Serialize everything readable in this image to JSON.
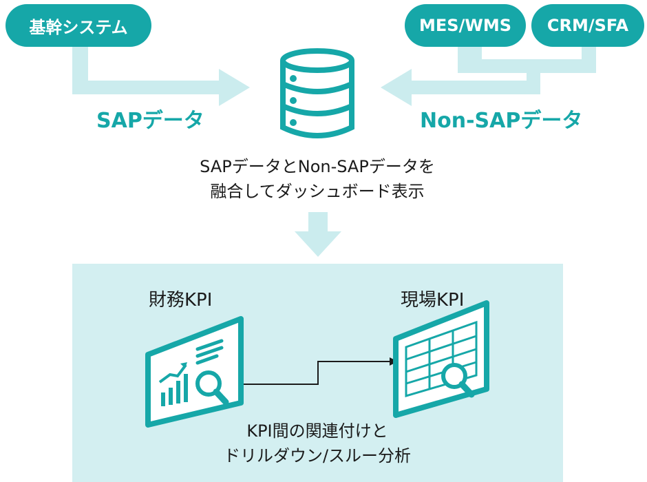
{
  "sources": {
    "core_system": "基幹システム",
    "mes_wms": "MES/WMS",
    "crm_sfa": "CRM/SFA"
  },
  "flows": {
    "sap_data": "SAPデータ",
    "non_sap_data": "Non-SAPデータ"
  },
  "fusion": {
    "line1": "SAPデータとNon-SAPデータを",
    "line2": "融合してダッシュボード表示"
  },
  "kpis": {
    "financial": "財務KPI",
    "field": "現場KPI"
  },
  "linkage": {
    "line1": "KPI間の関連付けと",
    "line2": "ドリルダウン/スルー分析"
  },
  "colors": {
    "teal": "#16a7a8",
    "light_teal": "#cbecee",
    "panel": "#d3eff1",
    "dark": "#1a1a1a",
    "white": "#ffffff"
  }
}
